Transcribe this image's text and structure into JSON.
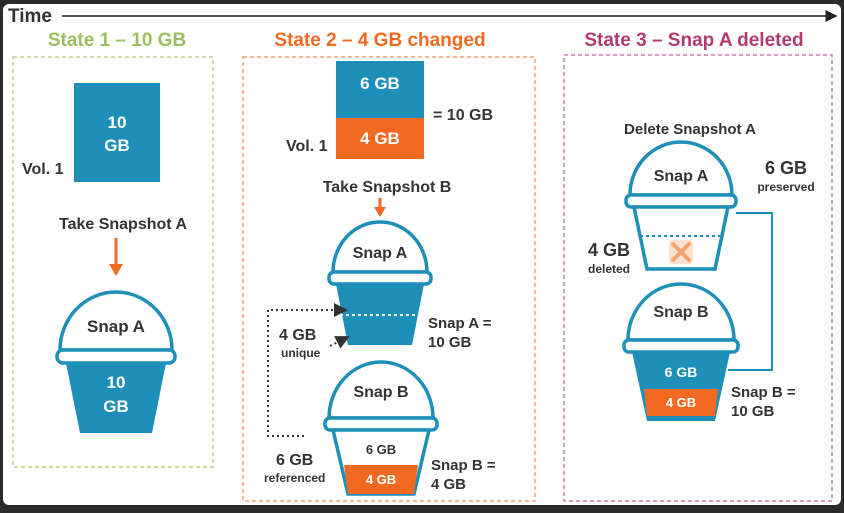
{
  "timeline": {
    "label": "Time"
  },
  "colors": {
    "blue": "#1e8fb8",
    "orange": "#f26a21",
    "green_header": "#9bbf5e",
    "orange_header": "#f26a21",
    "pink_header": "#b23a72",
    "text": "#333333"
  },
  "state1": {
    "header": "State 1 – 10 GB",
    "volume_size_line1": "10",
    "volume_size_line2": "GB",
    "volume_label": "Vol. 1",
    "action": "Take Snapshot A",
    "bucket_label": "Snap A",
    "bucket_size_line1": "10",
    "bucket_size_line2": "GB"
  },
  "state2": {
    "header": "State 2 – 4 GB changed",
    "block_top": "6 GB",
    "block_bottom": "4 GB",
    "total": "= 10 GB",
    "volume_label": "Vol. 1",
    "action": "Take Snapshot B",
    "snap_a_label": "Snap A",
    "snap_a_eq": "Snap A =",
    "snap_a_size": "10 GB",
    "unique_size": "4 GB",
    "unique_word": "unique",
    "snap_b_label": "Snap B",
    "snap_b_top": "6 GB",
    "snap_b_bottom": "4 GB",
    "referenced_size": "6 GB",
    "referenced_word": "referenced",
    "snap_b_eq": "Snap B =",
    "snap_b_size": "4 GB"
  },
  "state3": {
    "header": "State 3 – Snap A deleted",
    "action": "Delete Snapshot A",
    "snap_a_label": "Snap A",
    "preserved_size": "6 GB",
    "preserved_word": "preserved",
    "deleted_size": "4 GB",
    "deleted_word": "deleted",
    "snap_b_label": "Snap B",
    "snap_b_top": "6 GB",
    "snap_b_bottom": "4 GB",
    "snap_b_eq": "Snap B =",
    "snap_b_size": "10 GB"
  }
}
